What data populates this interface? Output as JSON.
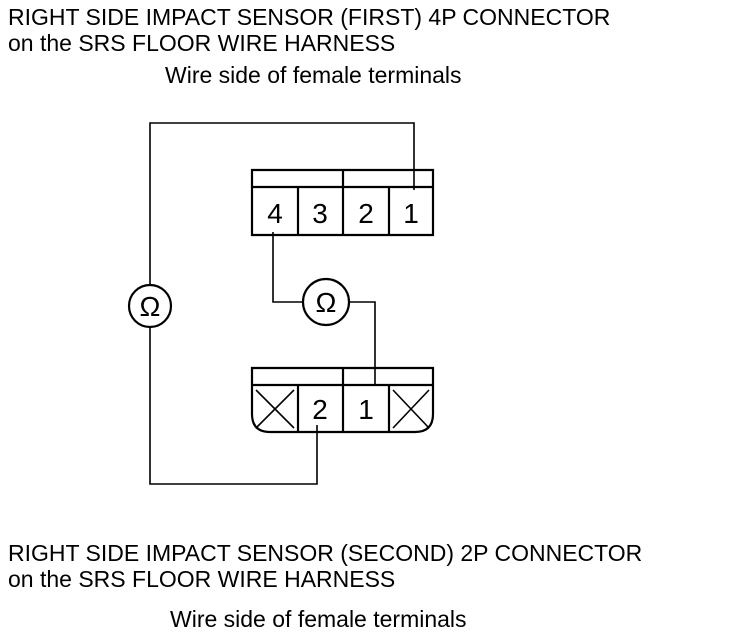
{
  "connector1": {
    "title_line1": "RIGHT SIDE IMPACT SENSOR (FIRST) 4P CONNECTOR",
    "title_line2": "on the SRS FLOOR WIRE HARNESS",
    "view_label": "Wire side of female terminals",
    "terminals": [
      "4",
      "3",
      "2",
      "1"
    ]
  },
  "connector2": {
    "title_line1": "RIGHT SIDE IMPACT SENSOR (SECOND) 2P CONNECTOR",
    "title_line2": "on the SRS FLOOR WIRE HARNESS",
    "view_label": "Wire side of female terminals",
    "terminals": [
      "2",
      "1"
    ]
  },
  "meters": {
    "left_symbol": "Ω",
    "center_symbol": "Ω"
  }
}
